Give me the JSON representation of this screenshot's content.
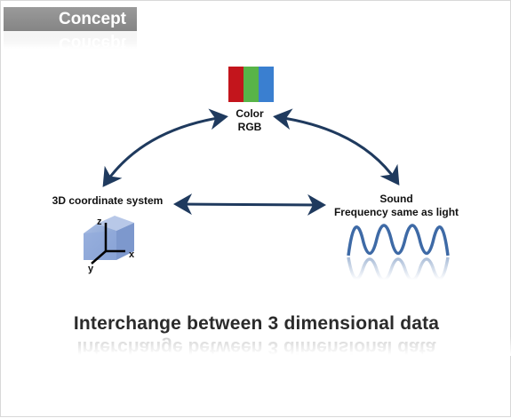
{
  "header": {
    "tab_label": "Concept"
  },
  "nodes": {
    "color": {
      "title": "Color",
      "subtitle": "RGB",
      "swatches": [
        "#c3151c",
        "#58b448",
        "#3a7fd0"
      ]
    },
    "coordinate": {
      "title": "3D coordinate system",
      "axes": {
        "z": "z",
        "x": "x",
        "y": "y"
      }
    },
    "sound": {
      "title": "Sound",
      "subtitle": "Frequency same as light"
    }
  },
  "footer": {
    "caption": "Interchange between 3 dimensional data"
  },
  "colors": {
    "arrow": "#1f3a5e",
    "wave": "#3e6aa6",
    "cube": "#8aa6d6"
  }
}
